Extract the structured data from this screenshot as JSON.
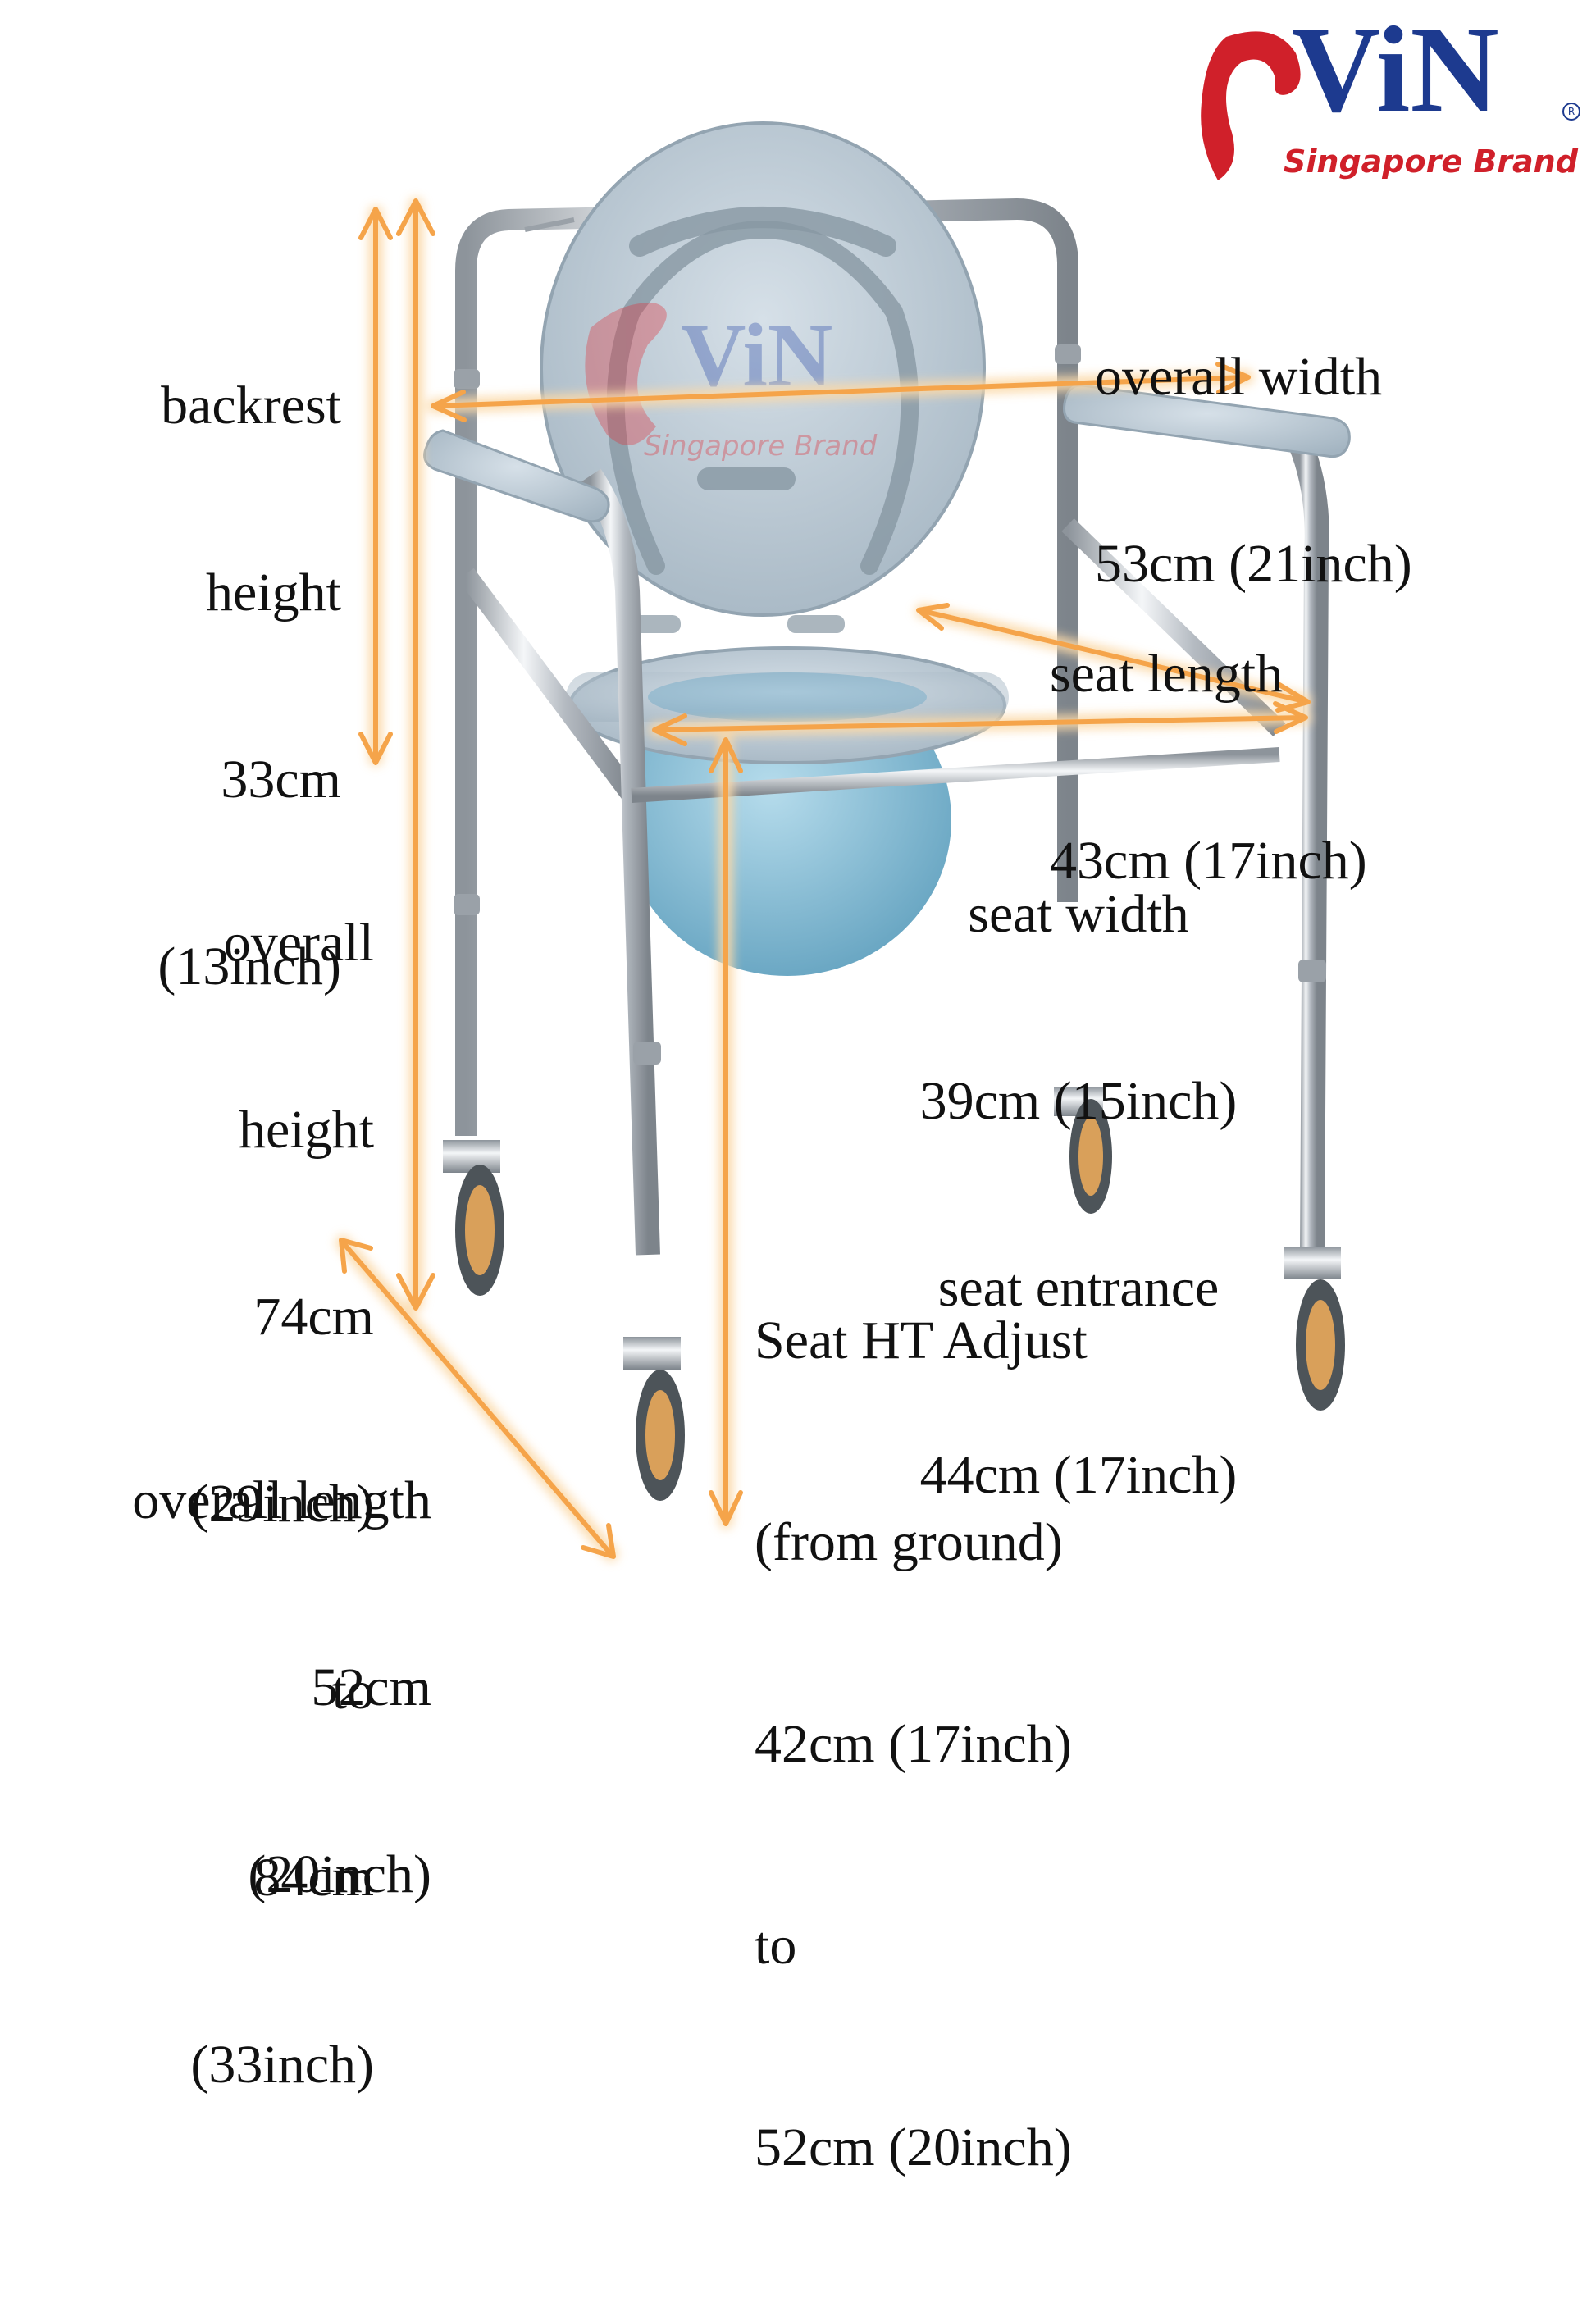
{
  "brand": {
    "name": "ViN",
    "tagline": "Singapore Brand",
    "registered_mark": "R",
    "primary_color": "#d0202a",
    "text_color": "#1d3a8f"
  },
  "colors": {
    "arrow": "#f5a44a",
    "glow": "#fbd9a8",
    "chrome": "#c9ced3",
    "seat_plastic": "#b9c7d2",
    "bucket": "#8fbfd6"
  },
  "dimensions": {
    "backrest_height": [
      "backrest",
      "height",
      "33cm",
      "(13inch)"
    ],
    "overall_width": [
      "overall width",
      "53cm (21inch)"
    ],
    "seat_length": [
      "seat length",
      "43cm (17inch)"
    ],
    "seat_width": [
      "seat width",
      "39cm (15inch)",
      "seat entrance",
      "44cm (17inch)"
    ],
    "overall_height": [
      "overall",
      "height",
      "74cm",
      "(29inch)",
      "to",
      "84cm",
      "(33inch)"
    ],
    "seat_ht_adjust": [
      "Seat HT Adjust",
      "(from ground)",
      "42cm (17inch)",
      "to",
      "52cm (20inch)"
    ],
    "overall_length": [
      "overall length",
      "52cm",
      "(20inch)"
    ]
  }
}
